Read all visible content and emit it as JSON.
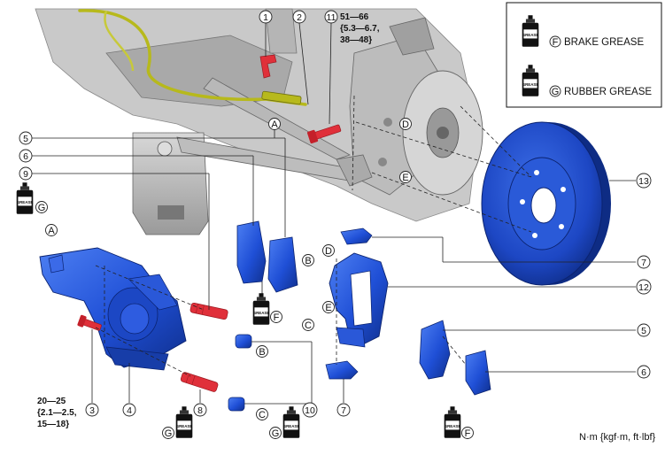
{
  "legend": {
    "f_letter": "F",
    "f_label": "BRAKE GREASE",
    "g_letter": "G",
    "g_label": "RUBBER GREASE"
  },
  "tube_text": "GREASE",
  "callouts": {
    "c1": "1",
    "c2": "2",
    "c3": "3",
    "c4": "4",
    "c5a": "5",
    "c5b": "5",
    "c6a": "6",
    "c6b": "6",
    "c7a": "7",
    "c7b": "7",
    "c8": "8",
    "c9": "9",
    "c10": "10",
    "c11": "11",
    "c12": "12",
    "c13": "13"
  },
  "letters": {
    "a1": "A",
    "a2": "A",
    "b1": "B",
    "b2": "B",
    "c1": "C",
    "c2": "C",
    "d1": "D",
    "d2": "D",
    "e1": "E",
    "e2": "E",
    "f1": "F",
    "f2": "F",
    "g1": "G",
    "g2": "G",
    "g3": "G"
  },
  "torque_top": [
    "51—66",
    "{5.3—6.7,",
    "38—48}"
  ],
  "torque_bottom": [
    "20—25",
    "{2.1—2.5,",
    "15—18}"
  ],
  "units": "N·m {kgf·m, ft·lbf}",
  "colors": {
    "part_blue": "#1f4fd6",
    "part_red": "#e0303a",
    "line_yellow": "#b7b91c"
  }
}
